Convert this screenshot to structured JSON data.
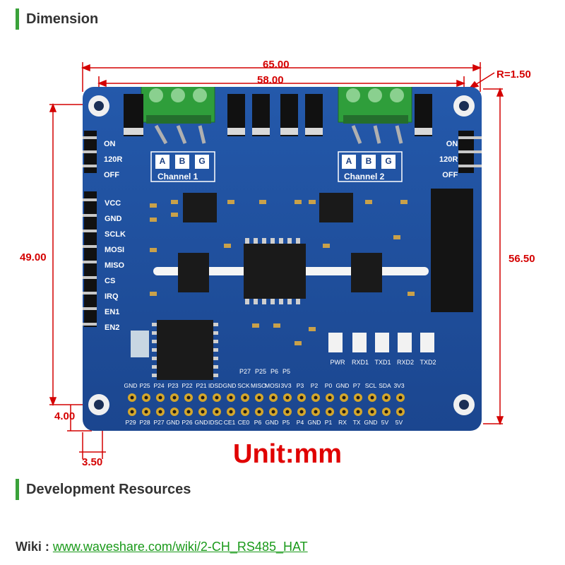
{
  "sections": {
    "dimension": "Dimension",
    "development": "Development Resources"
  },
  "dimensions": {
    "total_width": "65.00",
    "hole_span": "58.00",
    "radius": "R=1.50",
    "hole_height": "49.00",
    "total_height": "56.50",
    "edge_offset_y": "4.00",
    "edge_offset_x": "3.50"
  },
  "unit_label": "Unit:mm",
  "board": {
    "switch_left": [
      "ON",
      "120R",
      "OFF"
    ],
    "switch_right": [
      "ON",
      "120R",
      "OFF"
    ],
    "channel1": {
      "labels": [
        "A",
        "B",
        "G"
      ],
      "name": "Channel 1"
    },
    "channel2": {
      "labels": [
        "A",
        "B",
        "G"
      ],
      "name": "Channel 2"
    },
    "left_pins": [
      "VCC",
      "GND",
      "SCLK",
      "MOSI",
      "MISO",
      "CS",
      "IRQ",
      "EN1",
      "EN2"
    ],
    "small_labels": [
      "P27",
      "P25",
      "P6",
      "P5"
    ],
    "leds": [
      "PWR",
      "RXD1",
      "TXD1",
      "RXD2",
      "TXD2"
    ],
    "header_top": [
      "GND",
      "P25",
      "P24",
      "P23",
      "P22",
      "P21",
      "IDSD",
      "GND",
      "SCK",
      "MISO",
      "MOSI",
      "3V3",
      "P3",
      "P2",
      "P0",
      "GND",
      "P7",
      "SCL",
      "SDA",
      "3V3"
    ],
    "header_bottom": [
      "P29",
      "P28",
      "P27",
      "GND",
      "P26",
      "GND",
      "IDSC",
      "CE1",
      "CE0",
      "P6",
      "GND",
      "P5",
      "P4",
      "GND",
      "P1",
      "RX",
      "TX",
      "GND",
      "5V",
      "5V"
    ]
  },
  "wiki": {
    "label": "Wiki :",
    "link": "www.waveshare.com/wiki/2-CH_RS485_HAT"
  },
  "colors": {
    "board": "#1f4e9c",
    "accent": "#3aa23a",
    "dimension": "#d40000",
    "link": "#1a9a1a"
  }
}
